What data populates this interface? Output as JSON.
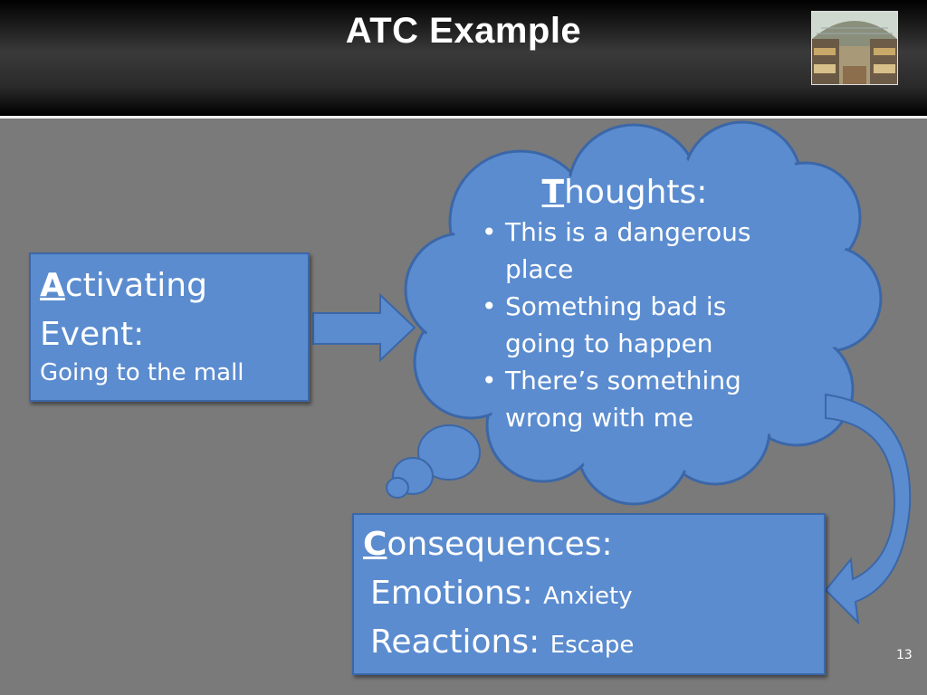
{
  "slide": {
    "title": "ATC Example",
    "page_number": "13"
  },
  "activating_box": {
    "heading_first_letter": "A",
    "heading_rest": "ctivating",
    "heading_line2": "Event:",
    "detail": "Going to the mall"
  },
  "thoughts_cloud": {
    "heading_first_letter": "T",
    "heading_rest": "houghts:",
    "bullets": [
      "This is a dangerous place",
      "Something bad is going to happen",
      "There’s something wrong with me"
    ]
  },
  "consequences_box": {
    "heading_first_letter": "C",
    "heading_rest": "onsequences:",
    "emotions_label": "Emotions:",
    "emotions_value": "Anxiety",
    "reactions_label": "Reactions:",
    "reactions_value": "Escape"
  },
  "colors": {
    "shape_fill": "#5b8ccf",
    "shape_border": "#3b67a8",
    "background": "#7a7a7a"
  }
}
